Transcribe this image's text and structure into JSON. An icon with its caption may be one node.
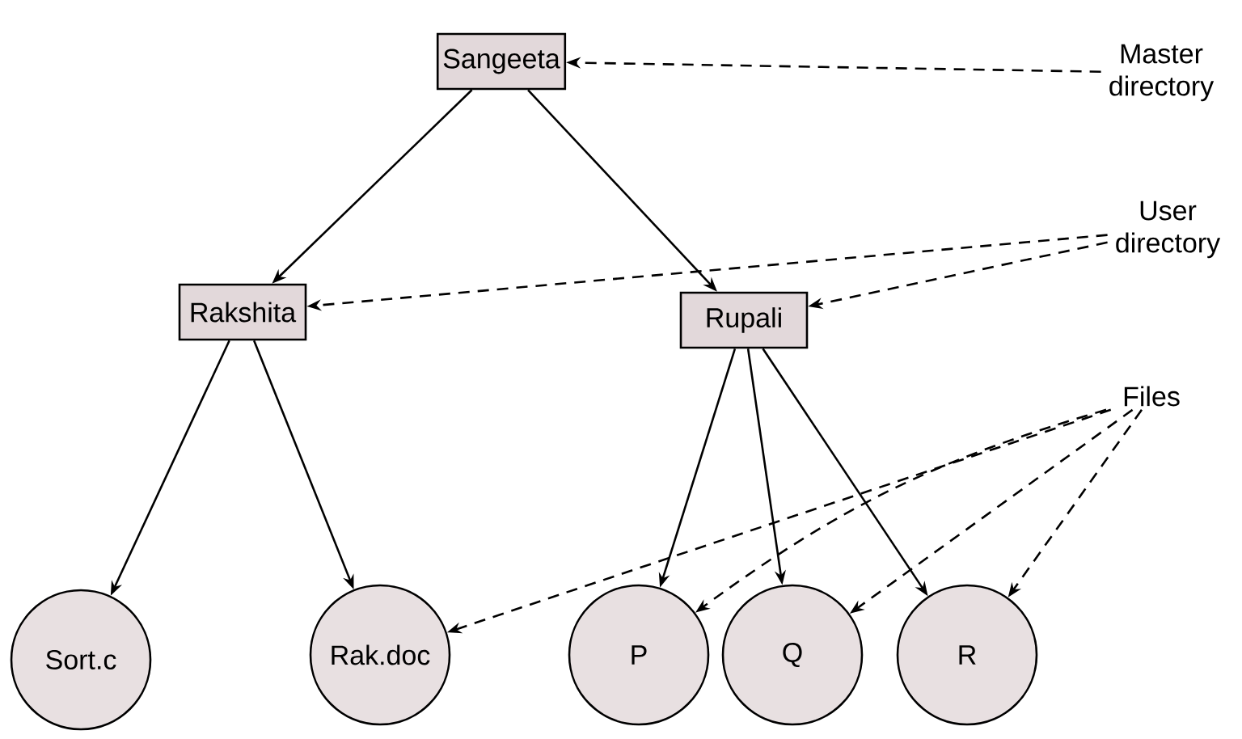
{
  "diagram": {
    "nodes": [
      {
        "text": [
          "Sangeeta"
        ]
      },
      {
        "text": [
          "Rakshita"
        ]
      },
      {
        "text": [
          "Rupali"
        ]
      },
      {
        "text": [
          "Sort.c"
        ]
      },
      {
        "text": [
          "Rak.doc"
        ]
      },
      {
        "text": [
          "P"
        ]
      },
      {
        "text": [
          "Q"
        ]
      },
      {
        "text": [
          "R"
        ]
      },
      {
        "text": [
          "Master directory"
        ]
      },
      {
        "text": [
          "User directory"
        ]
      },
      {
        "text": [
          "Files"
        ]
      }
    ],
    "edges": [
      {
        "from": 0,
        "to": 1,
        "arrow": "to"
      },
      {
        "from": 0,
        "to": 2,
        "arrow": "to"
      },
      {
        "from": 1,
        "to": 3,
        "arrow": "to"
      },
      {
        "from": 1,
        "to": 4,
        "arrow": "to"
      },
      {
        "from": 2,
        "to": 5,
        "arrow": "to"
      },
      {
        "from": 2,
        "to": 6,
        "arrow": "to"
      },
      {
        "from": 2,
        "to": 7,
        "arrow": "to"
      },
      {
        "from": 8,
        "to": 0,
        "arrow": "to",
        "style": "dashed"
      },
      {
        "from": 9,
        "to": 1,
        "arrow": "to",
        "style": "dashed"
      },
      {
        "from": 9,
        "to": 2,
        "arrow": "to",
        "style": "dashed"
      },
      {
        "from": 10,
        "to": 4,
        "arrow": "to",
        "style": "dashed"
      },
      {
        "from": 10,
        "to": 5,
        "arrow": "to",
        "style": "dashed"
      },
      {
        "from": 10,
        "to": 6,
        "arrow": "to",
        "style": "dashed"
      },
      {
        "from": 10,
        "to": 7,
        "arrow": "to",
        "style": "dashed"
      }
    ]
  }
}
